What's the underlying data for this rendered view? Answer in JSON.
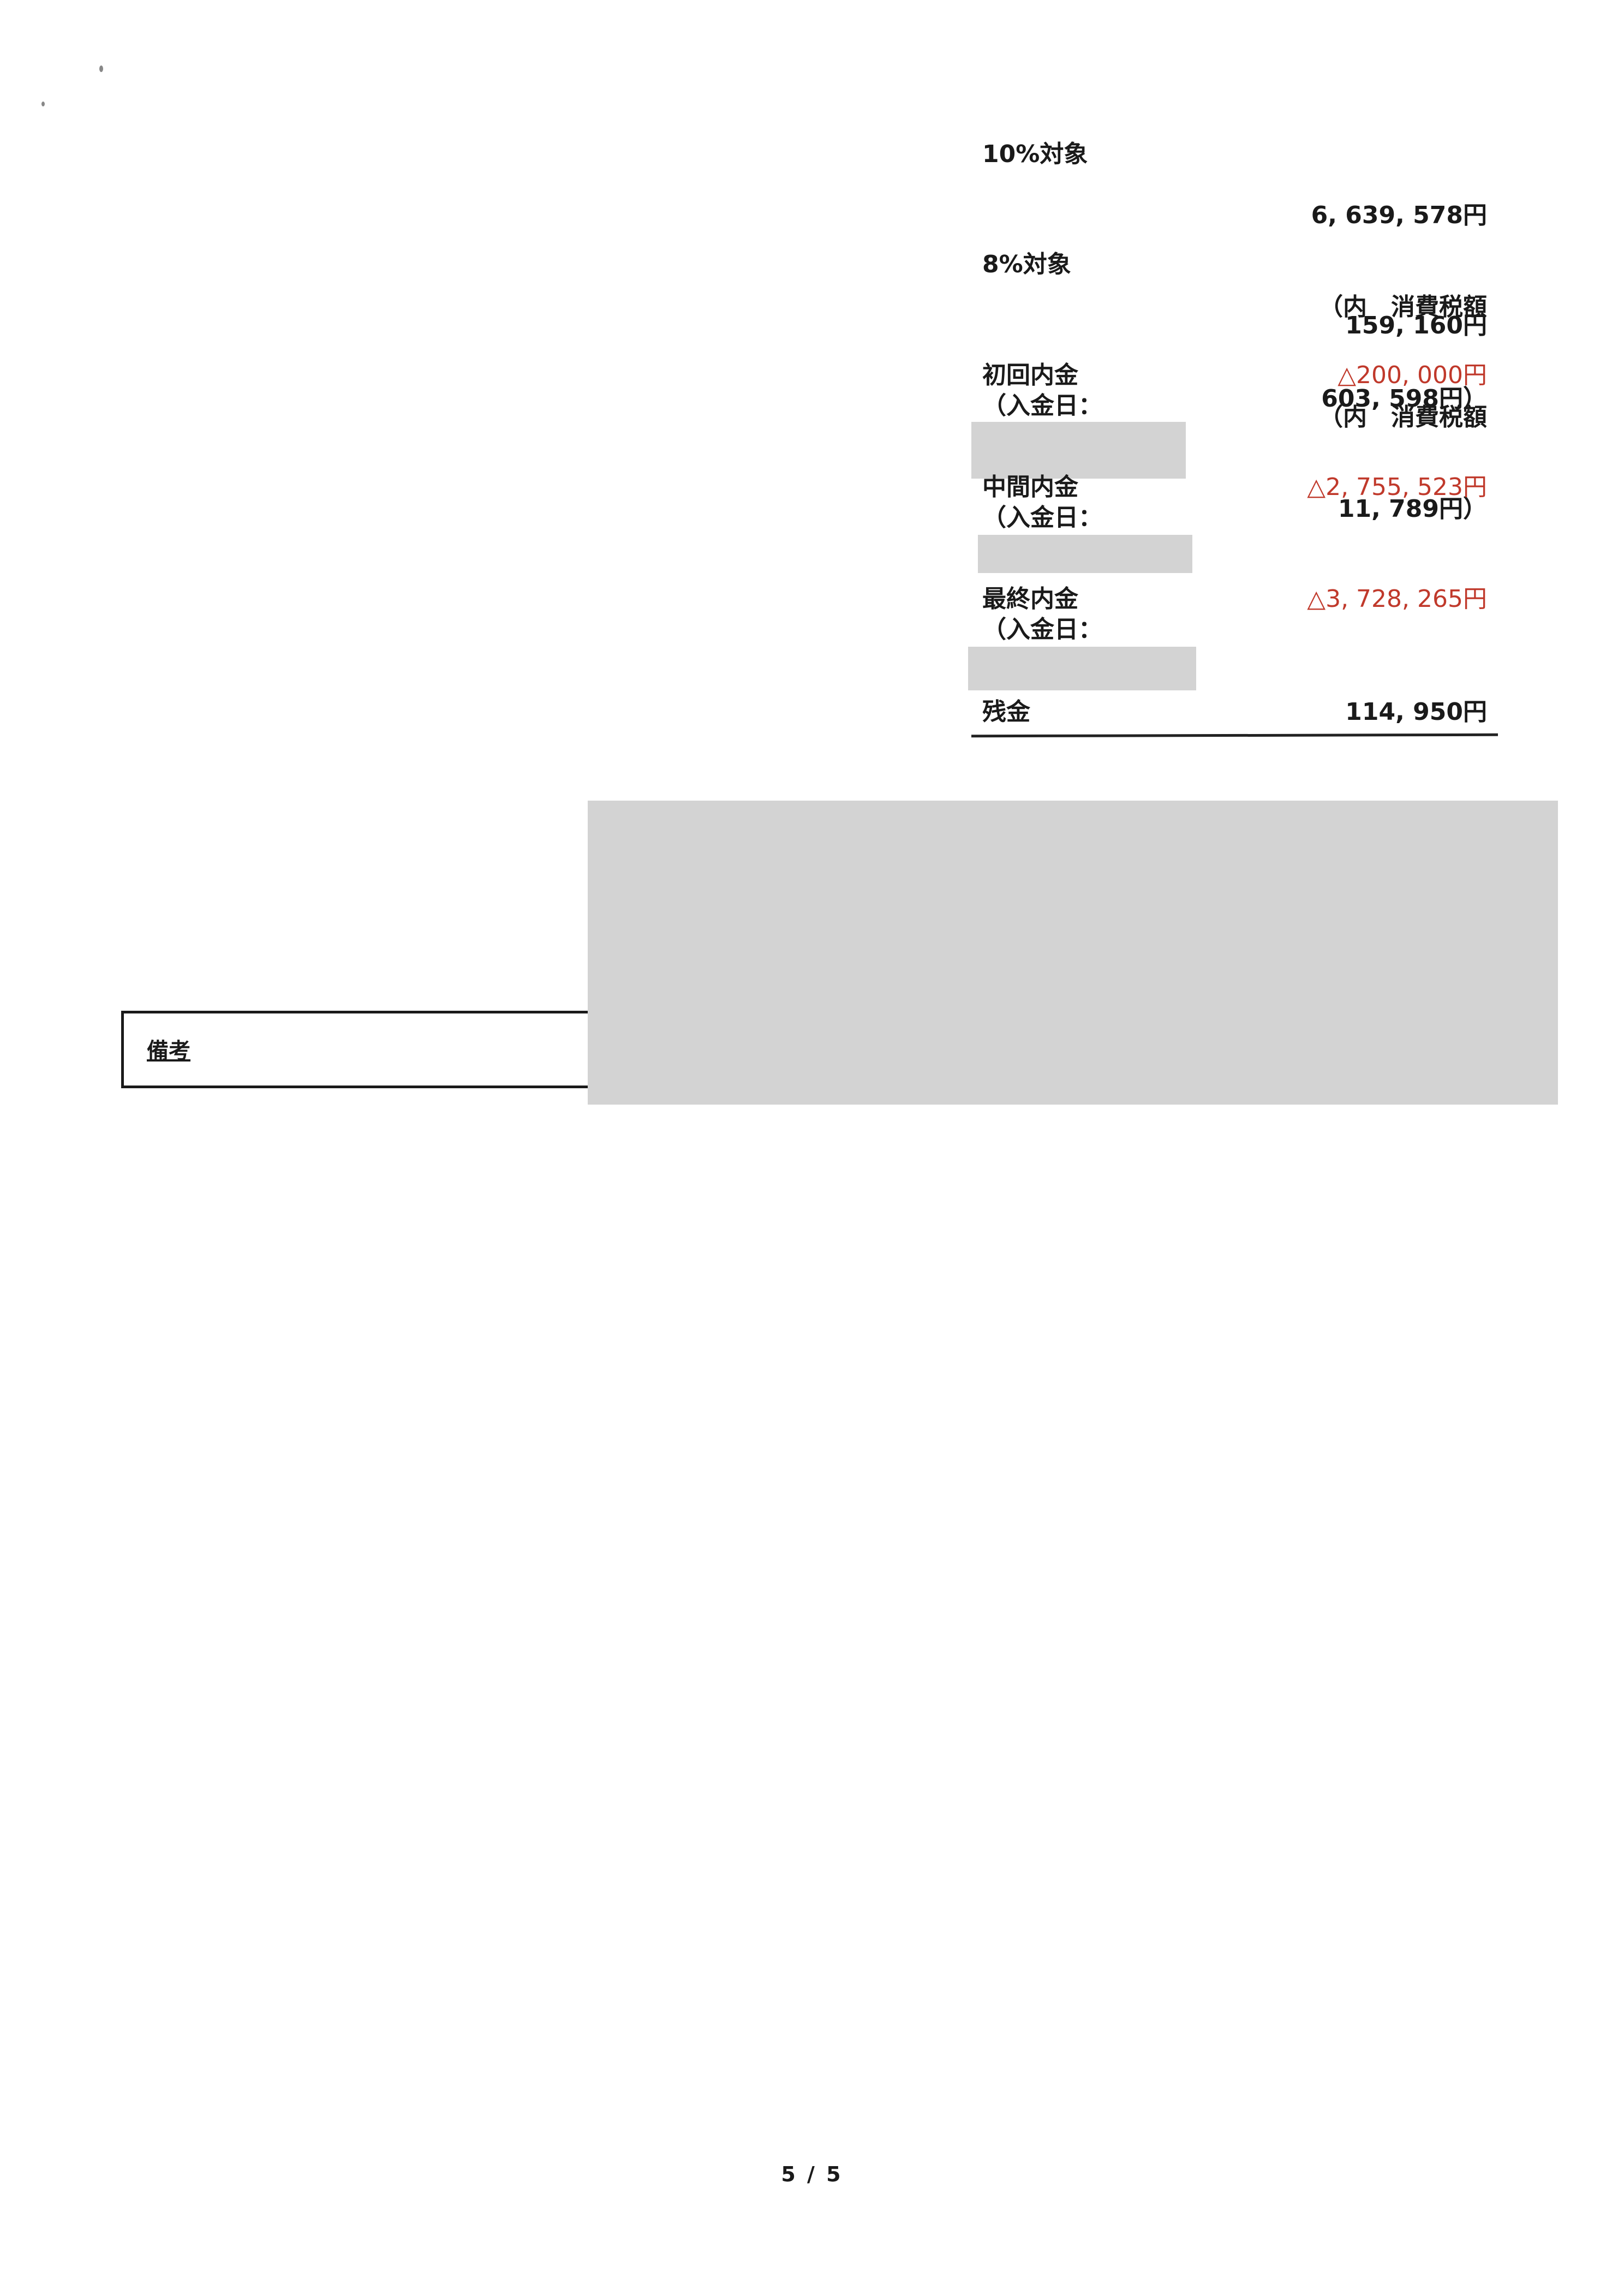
{
  "summary": {
    "rows": [
      {
        "label": "10%対象",
        "amount": "6, 639, 578円",
        "tax_prefix": "（内　消費税額",
        "tax_amount": "603, 598円）"
      },
      {
        "label": "8%対象",
        "amount": "159, 160円",
        "tax_prefix": "（内　消費税額",
        "tax_amount": "11, 789円）"
      }
    ],
    "deposits": [
      {
        "label": "初回内金",
        "date_label": "（入金日：",
        "amount": "△200, 000円"
      },
      {
        "label": "中間内金",
        "date_label": "（入金日：",
        "amount": "△2, 755, 523円"
      },
      {
        "label": "最終内金",
        "date_label": "（入金日：",
        "amount": "△3, 728, 265円"
      }
    ],
    "balance": {
      "label": "残金",
      "amount": "114, 950円"
    }
  },
  "remarks": {
    "label": "備考"
  },
  "footer": {
    "page": "5 / 5"
  },
  "colors": {
    "negative": "#c0392b",
    "redaction": "#d3d3d3"
  }
}
